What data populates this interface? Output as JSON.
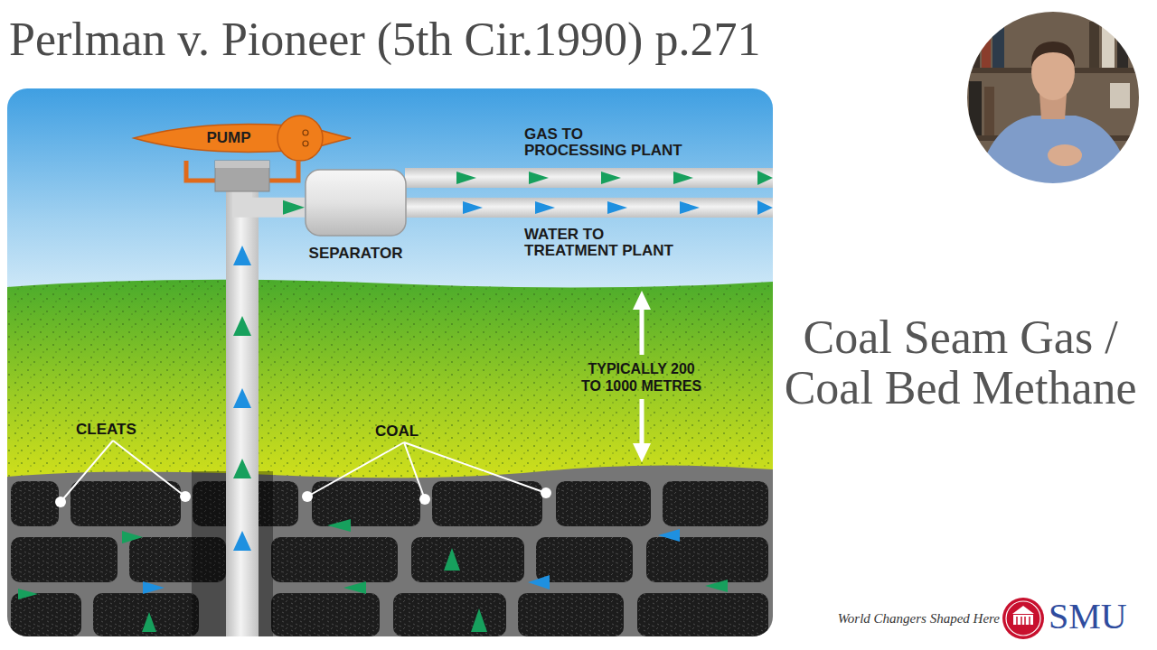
{
  "diagram": {
    "title": "Perlman v. Pioneer (5th Cir.1990) p.271",
    "nodes": [
      {
        "text": [
          "PUMP"
        ]
      },
      {
        "text": [
          "SEPARATOR"
        ]
      }
    ],
    "edges": [
      {
        "from": 0,
        "to": 1,
        "arrow": "to"
      }
    ],
    "labels": [
      "GAS TO PROCESSING PLANT",
      "WATER TO TREATMENT PLANT",
      "TYPICALLY 200 TO 1000 METRES",
      "CLEATS",
      "COAL",
      "Coal Seam Gas / Coal Bed Methane",
      "World Changers Shaped Here",
      "SMU"
    ]
  }
}
